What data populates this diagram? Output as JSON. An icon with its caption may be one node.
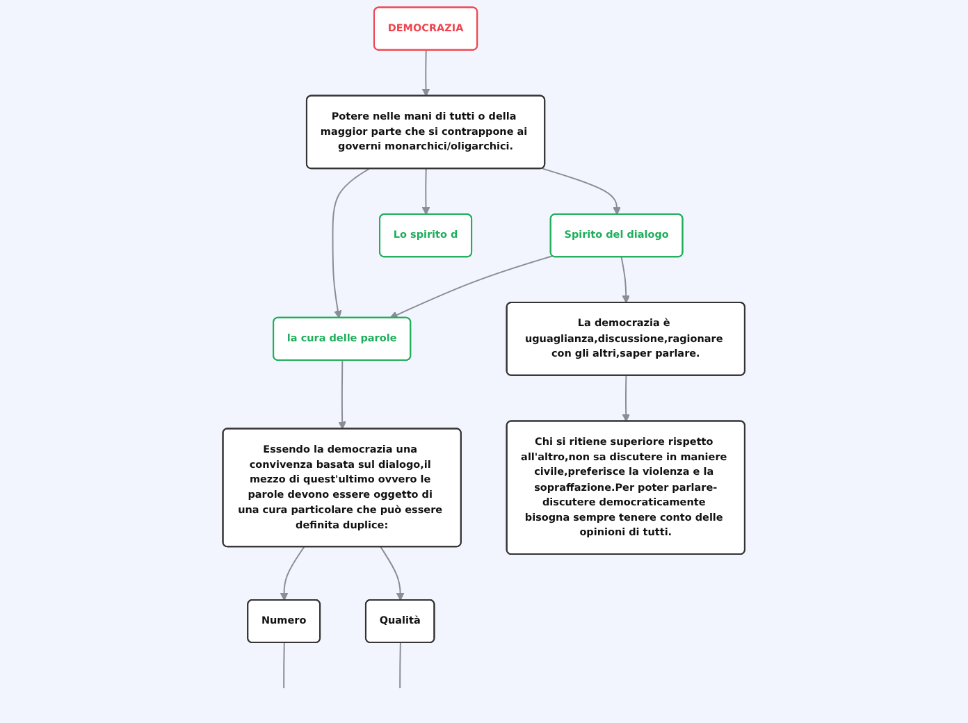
{
  "diagram": {
    "nodes": [
      {
        "text": [
          "DEMOCRAZIA"
        ]
      },
      {
        "text": [
          "Potere nelle mani di tutti o della maggior parte che si contrappone ai governi monarchici/oligarchici."
        ]
      },
      {
        "text": [
          "Spirito del dialogo"
        ]
      },
      {
        "text": [
          "la cura delle parole"
        ]
      },
      {
        "text": [
          "Lo spirito d"
        ]
      },
      {
        "text": [
          "La democrazia è uguaglianza,discussione,ragionare con gli altri,saper parlare."
        ]
      },
      {
        "text": [
          "Essendo la democrazia una convivenza basata sul dialogo,il mezzo di quest'ultimo ovvero le parole devono essere oggetto di una cura particolare che può essere definita duplice:"
        ]
      },
      {
        "text": [
          "Chi si ritiene superiore rispetto all'altro,non sa discutere in maniere civile,preferisce la violenza e la sopraffazione.Per poter parlare-discutere democraticamente bisogna sempre tenere conto delle opinioni di tutti."
        ]
      },
      {
        "text": [
          "Numero"
        ]
      },
      {
        "text": [
          "Qualità"
        ]
      }
    ],
    "edges": [
      {
        "from": 0,
        "to": 1,
        "arrow": "to"
      },
      {
        "from": 1,
        "to": 2,
        "arrow": "to"
      },
      {
        "from": 1,
        "to": 3,
        "arrow": "to"
      },
      {
        "from": 1,
        "to": 4,
        "arrow": "to"
      },
      {
        "from": 2,
        "to": 3,
        "arrow": "to"
      },
      {
        "from": 2,
        "to": 5,
        "arrow": "to"
      },
      {
        "from": 3,
        "to": 6,
        "arrow": "to"
      },
      {
        "from": 5,
        "to": 7,
        "arrow": "to"
      },
      {
        "from": 6,
        "to": 8,
        "arrow": "to"
      },
      {
        "from": 6,
        "to": 9,
        "arrow": "to"
      },
      {
        "from": 8,
        "to": null,
        "arrow": "none"
      },
      {
        "from": 9,
        "to": null,
        "arrow": "none"
      }
    ]
  }
}
